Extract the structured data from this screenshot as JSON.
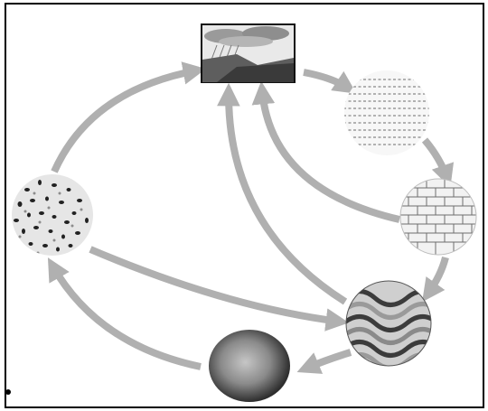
{
  "diagram": {
    "kind": "cycle",
    "nodes": [
      {
        "id": "weathering",
        "label": "",
        "icon": "landscape-rain-icon"
      },
      {
        "id": "sediment",
        "label": "",
        "icon": "sediment-particles-icon"
      },
      {
        "id": "sedimentary-rock",
        "label": "",
        "icon": "layered-brick-rock-icon"
      },
      {
        "id": "metamorphic-rock",
        "label": "",
        "icon": "folded-wavy-rock-icon"
      },
      {
        "id": "magma",
        "label": "",
        "icon": "molten-sphere-icon"
      },
      {
        "id": "igneous-rock",
        "label": "",
        "icon": "speckled-granite-icon"
      }
    ],
    "edges": [
      {
        "from": "weathering",
        "to": "sediment"
      },
      {
        "from": "sediment",
        "to": "sedimentary-rock"
      },
      {
        "from": "sedimentary-rock",
        "to": "metamorphic-rock"
      },
      {
        "from": "metamorphic-rock",
        "to": "magma"
      },
      {
        "from": "magma",
        "to": "igneous-rock"
      },
      {
        "from": "igneous-rock",
        "to": "weathering"
      },
      {
        "from": "igneous-rock",
        "to": "metamorphic-rock"
      },
      {
        "from": "sedimentary-rock",
        "to": "weathering"
      },
      {
        "from": "metamorphic-rock",
        "to": "weathering"
      }
    ],
    "colors": {
      "arrow": "#b0b0b0",
      "frame": "#000000",
      "background": "#ffffff"
    }
  }
}
